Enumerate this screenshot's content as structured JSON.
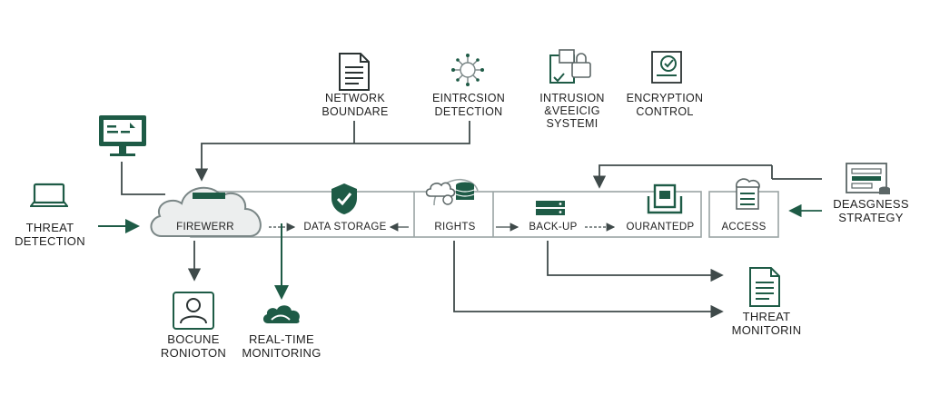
{
  "nodes": {
    "network_boundary": "NETWORK\nBOUNDARE",
    "eintrusion_detection": "EINTRCSION\nDETECTION",
    "intrusion_systems": "INTRUSION\n&VEEICIG\nSYSTEMI",
    "encryption_control": "ENCRYPTION\nCONTROL",
    "threat_detection_left": "THREAT\nDETECTION",
    "firewall": "FIREWERR",
    "data_storage": "DATA STORAGE",
    "rights": "RIGHTS",
    "backup": "BACK-UP",
    "quarantined": "OURANTEDP",
    "access": "ACCESS",
    "diagnosis_strategy": "DEASGNESS\nSTRATEGY",
    "bocune_ronioton": "BOCUNE\nRONIOTON",
    "realtime_monitoring": "REAL-TIME\nMONITORING",
    "threat_monitoring": "THREAT\nMONITORIN"
  },
  "colors": {
    "accent": "#1e5b46",
    "line": "#3f4a4a",
    "box": "#9aa4a4",
    "cloud_fill": "#eceeee"
  },
  "icons": [
    "laptop-icon",
    "monitor-icon",
    "document-icon",
    "virus-icon",
    "intrusion-icon",
    "certificate-icon",
    "cloud-icon",
    "shield-check-icon",
    "database-cloud-icon",
    "server-icon",
    "vault-icon",
    "access-cloud-icon",
    "strategy-server-icon",
    "user-icon",
    "realtime-cloud-icon",
    "report-icon"
  ]
}
